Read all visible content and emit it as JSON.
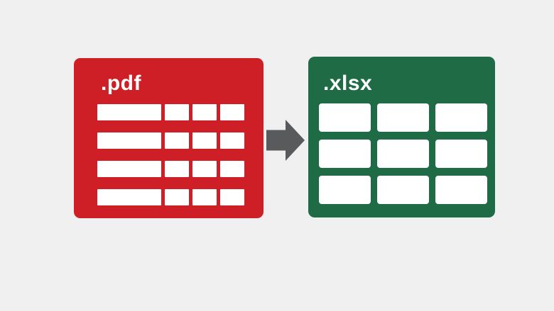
{
  "background_color": "#f0f0f0",
  "pdf_card": {
    "label": ".pdf",
    "color": "#cf1f26",
    "table": {
      "rows": 4,
      "row_pattern": [
        "wide",
        "small",
        "small",
        "small"
      ],
      "cell_color": "#ffffff"
    }
  },
  "arrow": {
    "direction": "right",
    "color": "#595a5c"
  },
  "xlsx_card": {
    "label": ".xlsx",
    "color": "#1f6b46",
    "grid": {
      "rows": 3,
      "cols": 3,
      "cell_color": "#ffffff"
    }
  }
}
